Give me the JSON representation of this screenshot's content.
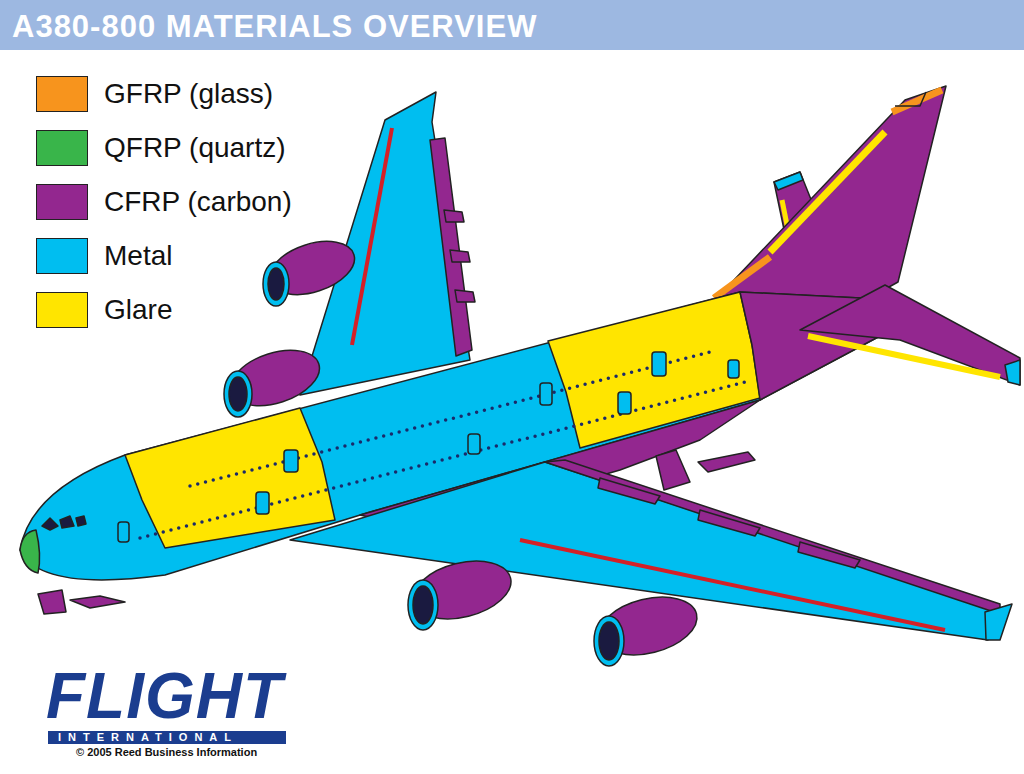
{
  "diagram": {
    "title": "A380-800 MATERIALS OVERVIEW",
    "labels": [
      "FLIGHT",
      "INTERNATIONAL",
      "© 2005 Reed Business Information"
    ],
    "legend": [
      {
        "text": "GFRP (glass)",
        "color": "#f7941d"
      },
      {
        "text": "QFRP (quartz)",
        "color": "#39b54a"
      },
      {
        "text": "CFRP (carbon)",
        "color": "#93278f"
      },
      {
        "text": "Metal",
        "color": "#00bef0"
      },
      {
        "text": "Glare",
        "color": "#ffe500"
      }
    ]
  }
}
